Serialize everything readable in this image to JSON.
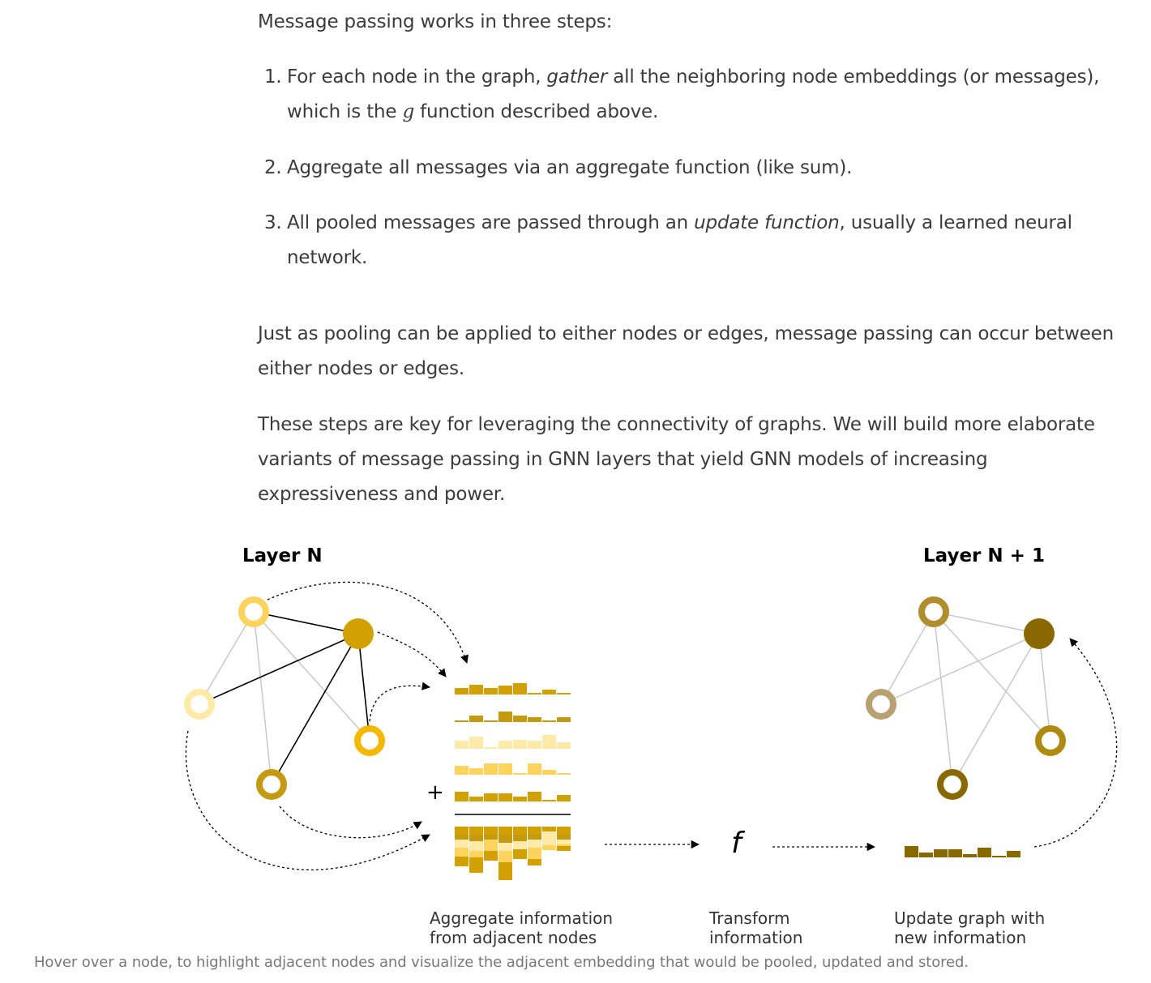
{
  "intro": "Message passing works in three steps:",
  "steps": [
    {
      "num": "1.",
      "line1_pre": "For each node in the graph, ",
      "line1_em": "gather",
      "line1_post": " all the neighboring node embeddings (or messages),",
      "line2_pre": "which is the ",
      "line2_math": "g",
      "line2_post": " function described above."
    },
    {
      "num": "2.",
      "text": "Aggregate all messages via an aggregate function (like sum)."
    },
    {
      "num": "3.",
      "line1_pre": "All pooled messages are passed through an ",
      "line1_em": "update function",
      "line1_post": ", usually a learned neural",
      "line2": "network."
    }
  ],
  "para1": {
    "line1": "Just as pooling can be applied to either nodes or edges, message passing can occur between",
    "line2": "either nodes or edges."
  },
  "para2": {
    "line1": "These steps are key for leveraging the connectivity of graphs. We will build more elaborate",
    "line2": "variants of message passing in GNN layers that yield GNN models of increasing",
    "line3": "expressiveness and power."
  },
  "figure": {
    "layer_n": "Layer N",
    "layer_n1": "Layer N + 1",
    "plus": "+",
    "f_symbol": "f",
    "captions": {
      "aggregate": [
        "Aggregate information",
        "from adjacent nodes"
      ],
      "transform": [
        "Transform",
        "information"
      ],
      "update": [
        "Update graph with",
        "new information"
      ]
    },
    "colors": {
      "node_light": "#fde9a8",
      "node_mid": "#fcd35c",
      "node_gold": "#f5b800",
      "node_dark": "#d2a000",
      "node_brown": "#c49a10",
      "out_dark": "#8a6800",
      "out_tan": "#b8a070"
    }
  },
  "figcaption": "Hover over a node, to highlight adjacent nodes and visualize the adjacent embedding that would be pooled, updated and stored."
}
